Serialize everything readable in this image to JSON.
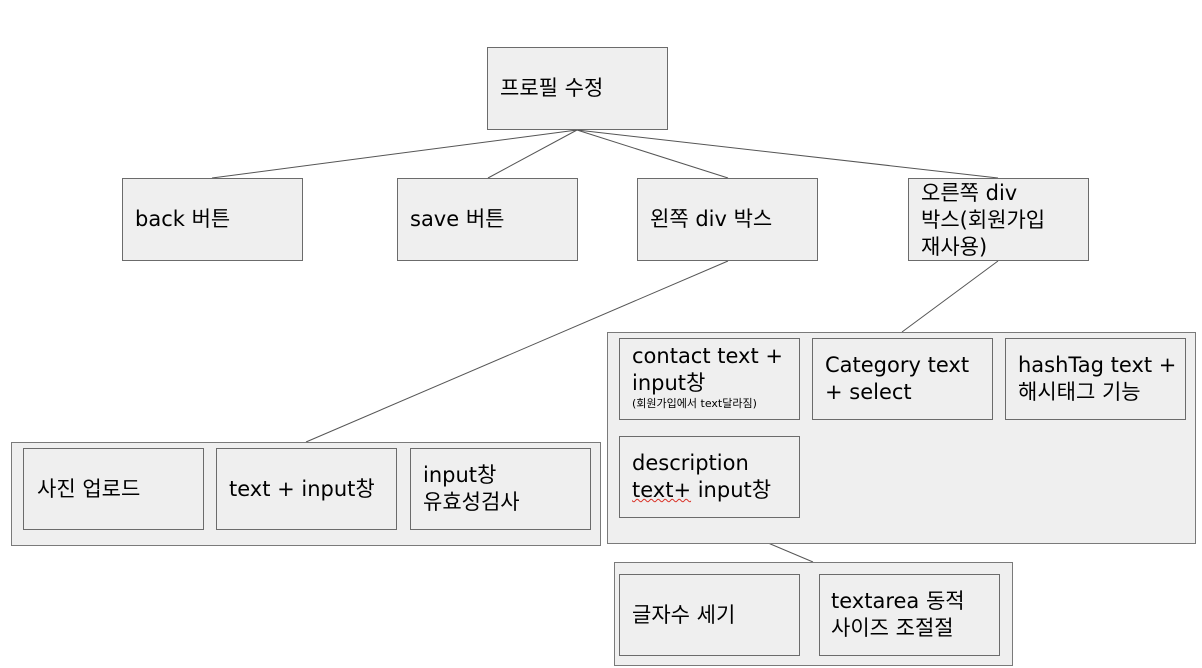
{
  "root": {
    "label": "프로필 수정"
  },
  "children": {
    "back": "back 버튼",
    "save": "save 버튼",
    "left_box": "왼쪽 div 박스",
    "right_box": "오른쪽 div\n박스(회원가입\n재사용)"
  },
  "left_group": {
    "photo": "사진 업로드",
    "text_input": "text + input창",
    "validation": "input창\n유효성검사"
  },
  "right_group": {
    "contact": "contact text +\ninput창",
    "contact_note": "(회원가입에서 text달라짐)",
    "category": "Category text\n+ select",
    "hashtag": "hashTag text +\n해시태그 기능",
    "description_line1": "description",
    "description_line2_word": "text+",
    "description_line2_rest": " input창"
  },
  "bottom_group": {
    "char_count": "글자수 세기",
    "textarea": "textarea 동적\n사이즈 조절절"
  },
  "colors": {
    "box_fill": "#efefef",
    "box_border": "#6b6b6b",
    "edge": "#555555",
    "spell_underline": "#d93025"
  }
}
